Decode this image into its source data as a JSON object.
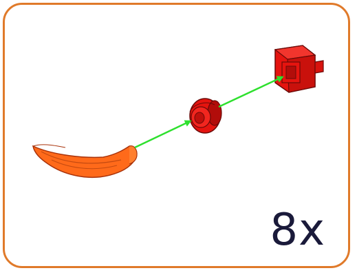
{
  "step": {
    "quantity": "8x",
    "parts": [
      {
        "id": "part-orange-curved-blade",
        "color": "#ff6a1a"
      },
      {
        "id": "part-red-round-connector",
        "color": "#e5140f"
      },
      {
        "id": "part-red-square-brick",
        "color": "#e5140f"
      }
    ],
    "arrow_color": "#2ee02e",
    "frame_color": "#e07a2a"
  }
}
